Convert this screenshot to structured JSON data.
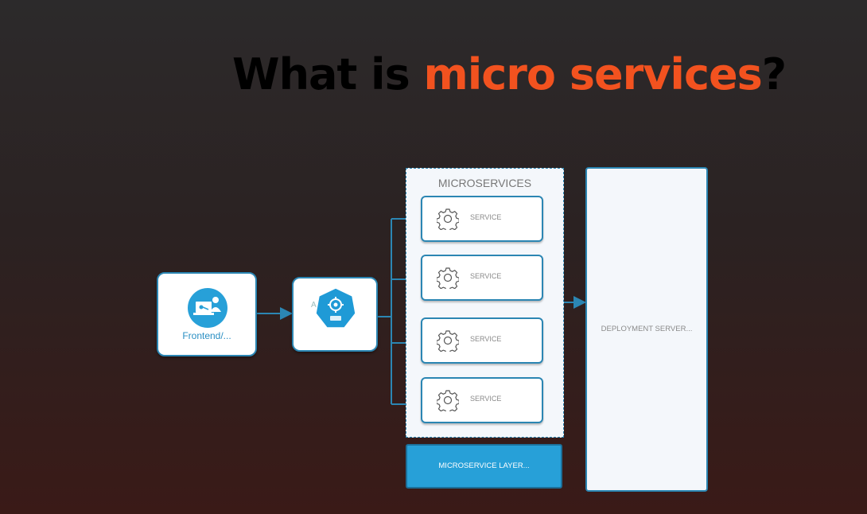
{
  "title": {
    "prefix": "What is ",
    "accent": "micro services",
    "suffix": "?"
  },
  "colors": {
    "accent": "#f2521f",
    "diagram_blue": "#2b86b3",
    "layer_fill": "#27a0d8"
  },
  "frontend": {
    "label": "Frontend/...",
    "icon": "developer-laptop-icon"
  },
  "gateway": {
    "label": "A",
    "icon": "kubernetes-api-icon"
  },
  "microservices": {
    "title": "MICROSERVICES",
    "services": [
      {
        "label": "SERVICE",
        "icon": "gear-icon"
      },
      {
        "label": "SERVICE",
        "icon": "gear-icon"
      },
      {
        "label": "SERVICE",
        "icon": "gear-icon"
      },
      {
        "label": "SERVICE",
        "icon": "gear-icon"
      }
    ]
  },
  "layer": {
    "label": "MICROSERVICE LAYER..."
  },
  "deployment": {
    "label": "DEPLOYMENT SERVER..."
  }
}
